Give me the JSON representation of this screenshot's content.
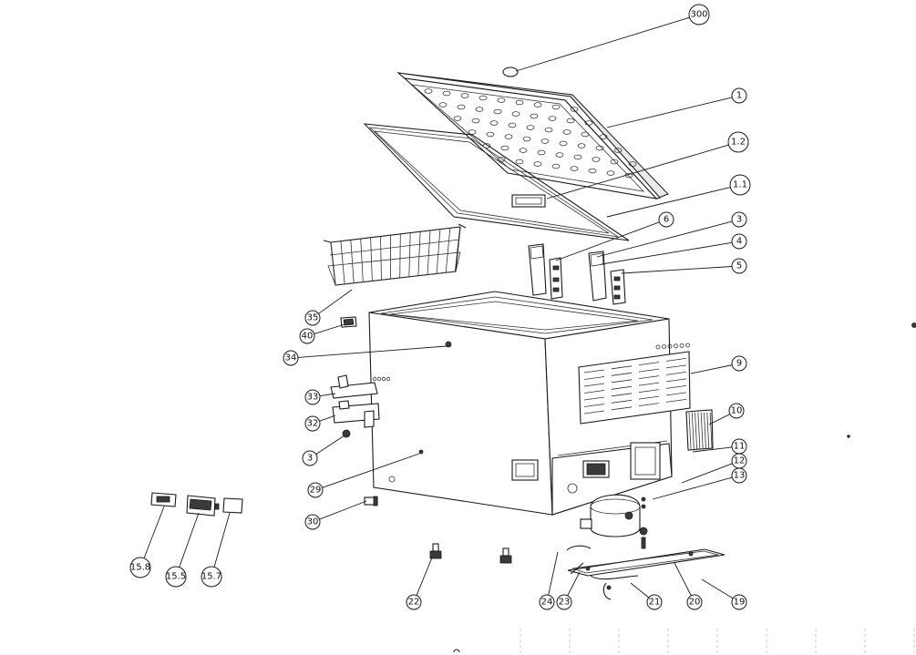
{
  "callouts": [
    {
      "id": "c300",
      "label": "300"
    },
    {
      "id": "c1",
      "label": "1"
    },
    {
      "id": "c1_2",
      "label": "1.2"
    },
    {
      "id": "c1_1",
      "label": "1.1"
    },
    {
      "id": "c6",
      "label": "6"
    },
    {
      "id": "c3a",
      "label": "3"
    },
    {
      "id": "c4",
      "label": "4"
    },
    {
      "id": "c5",
      "label": "5"
    },
    {
      "id": "c9",
      "label": "9"
    },
    {
      "id": "c10",
      "label": "10"
    },
    {
      "id": "c11",
      "label": "11"
    },
    {
      "id": "c12",
      "label": "12"
    },
    {
      "id": "c13",
      "label": "13"
    },
    {
      "id": "c35",
      "label": "35"
    },
    {
      "id": "c40",
      "label": "40"
    },
    {
      "id": "c34",
      "label": "34"
    },
    {
      "id": "c33",
      "label": "33"
    },
    {
      "id": "c32",
      "label": "32"
    },
    {
      "id": "c3b",
      "label": "3"
    },
    {
      "id": "c29",
      "label": "29"
    },
    {
      "id": "c30",
      "label": "30"
    },
    {
      "id": "c15_8",
      "label": "15.8"
    },
    {
      "id": "c15_5",
      "label": "15.5"
    },
    {
      "id": "c15_7",
      "label": "15.7"
    },
    {
      "id": "c22",
      "label": "22"
    },
    {
      "id": "c24",
      "label": "24"
    },
    {
      "id": "c23",
      "label": "23"
    },
    {
      "id": "c21",
      "label": "21"
    },
    {
      "id": "c20",
      "label": "20"
    },
    {
      "id": "c19",
      "label": "19"
    }
  ]
}
